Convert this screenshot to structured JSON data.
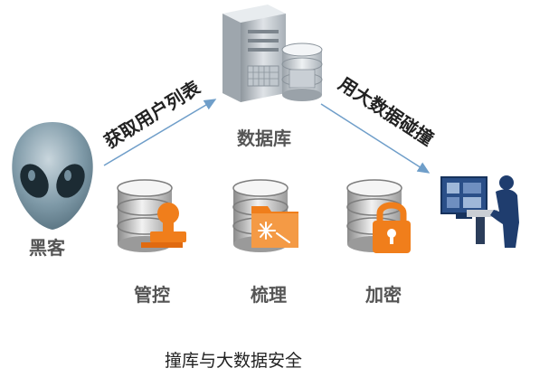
{
  "nodes": {
    "hacker": "黑客",
    "database": "数据库",
    "manage": "管控",
    "organize": "梳理",
    "encrypt": "加密"
  },
  "edges": {
    "get_user_list": "获取用户列表",
    "data_collision": "用大数据碰撞"
  },
  "caption": "撞库与大数据安全",
  "colors": {
    "label_text": "#555555",
    "arrow": "#6f9ec9",
    "db_gray": "#9a9a9a",
    "accent_orange": "#f07e1b",
    "alien_body": "#7f9aa8",
    "server_gray": "#c8ced4",
    "monitor_blue": "#2a4f88",
    "person_blue": "#1f3d6e"
  },
  "icons": {
    "hacker": "alien-head-icon",
    "database": "server-database-icon",
    "manage": "database-stamp-icon",
    "organize": "database-folder-icon",
    "encrypt": "database-lock-icon",
    "target": "user-at-computer-icon"
  }
}
